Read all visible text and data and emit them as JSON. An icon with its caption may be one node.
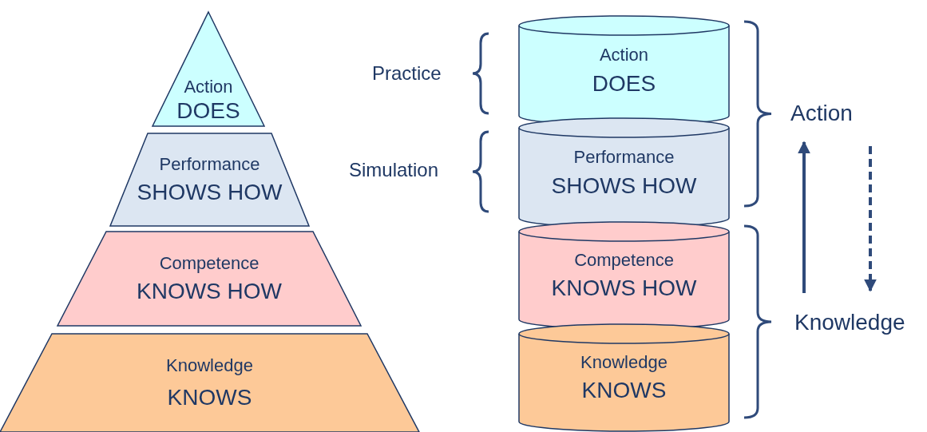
{
  "diagram": {
    "nodes": [
      {
        "text": [
          "Action",
          "DOES"
        ]
      },
      {
        "text": [
          "Performance",
          "SHOWS HOW"
        ]
      },
      {
        "text": [
          "Competence",
          "KNOWS HOW"
        ]
      },
      {
        "text": [
          "Knowledge",
          "KNOWS"
        ]
      },
      {
        "text": [
          "Action",
          "DOES"
        ]
      },
      {
        "text": [
          "Performance",
          "SHOWS HOW"
        ]
      },
      {
        "text": [
          "Competence",
          "KNOWS HOW"
        ]
      },
      {
        "text": [
          "Knowledge",
          "KNOWS"
        ]
      }
    ],
    "edges": [],
    "labels": [
      "Practice",
      "Action",
      "Simulation",
      "Knowledge"
    ]
  }
}
